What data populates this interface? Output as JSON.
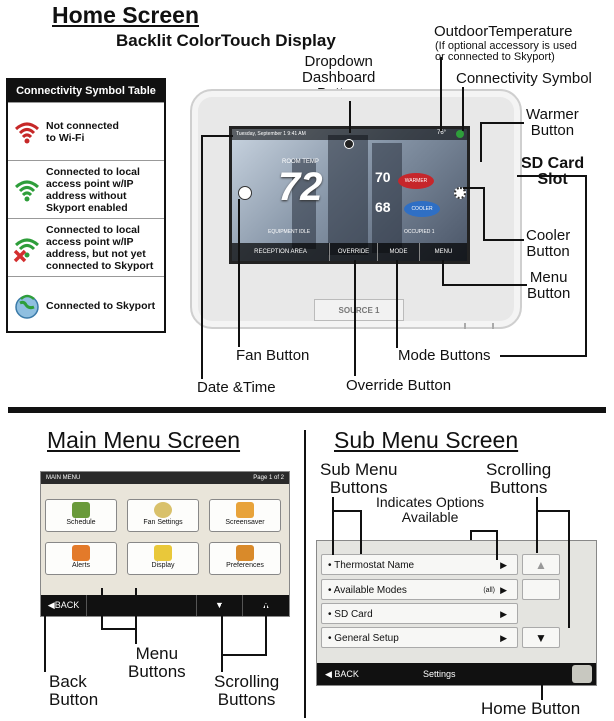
{
  "home": {
    "title": "Home Screen",
    "display_label": "Backlit ColorTouch Display",
    "dropdown_label": "Dropdown\nDashboard\nButton",
    "outdoor_temp_label": "OutdoorTemperature",
    "outdoor_temp_note": "(If optional accessory is used\nor connected to Skyport)",
    "connectivity_symbol_label": "Connectivity Symbol",
    "warmer_label": "Warmer\nButton",
    "sd_card_label": "SD Card\nSlot",
    "cooler_label": "Cooler\nButton",
    "menu_label": "Menu\nButton",
    "mode_label": "Mode Buttons",
    "fan_label": "Fan Button",
    "datetime_label": "Date &Time",
    "override_label": "Override Button"
  },
  "device": {
    "status_text": "Tuesday, September 1  9:41 AM",
    "outdoor_reading": "76°",
    "room_temp_caption": "ROOM TEMP",
    "room_temp": "72",
    "heat_setpoint": "70",
    "cool_setpoint": "68",
    "warmer_text": "WARMER",
    "cooler_text": "COOLER",
    "equipment_text": "EQUIPMENT IDLE",
    "occupied_text": "OCCUPIED 1",
    "bar_items": [
      "RECEPTION AREA",
      "OVERRIDE",
      "MODE",
      "MENU"
    ],
    "logo_text": "SOURCE 1"
  },
  "connectivity_table": {
    "title": "Connectivity Symbol Table",
    "rows": [
      {
        "text": "Not connected\nto Wi-Fi",
        "icon": "wifi-red-icon",
        "color": "#c62828"
      },
      {
        "text": "Connected to local\naccess point w/IP\naddress without\nSkyport enabled",
        "icon": "wifi-green-icon",
        "color": "#2e9e3a"
      },
      {
        "text": "Connected to local\naccess point w/IP\naddress, but not yet\nconnected to Skyport",
        "icon": "wifi-x-icon",
        "color": "#2e9e3a"
      },
      {
        "text": "Connected to Skyport",
        "icon": "skyport-globe-icon",
        "color": "#2e9e3a"
      }
    ]
  },
  "main_menu": {
    "title": "Main Menu Screen",
    "screen_title": "MAIN MENU",
    "page_text": "Page 1 of 2",
    "tiles": [
      "Schedule",
      "Fan Settings",
      "Screensaver",
      "Alerts",
      "Display",
      "Preferences"
    ],
    "back_text": "◀BACK",
    "back_label": "Back\nButton",
    "menu_buttons_label": "Menu\nButtons",
    "scrolling_label": "Scrolling\nButtons"
  },
  "sub_menu": {
    "title": "Sub Menu Screen",
    "sub_menu_buttons_label": "Sub Menu\nButtons",
    "indicates_label": "Indicates Options\nAvailable",
    "scrolling_label": "Scrolling\nButtons",
    "items": [
      {
        "label": "• Thermostat Name",
        "option": ""
      },
      {
        "label": "• Available Modes",
        "option": "(all)"
      },
      {
        "label": "• SD Card",
        "option": ""
      },
      {
        "label": "• General Setup",
        "option": ""
      }
    ],
    "back_text": "◀ BACK",
    "screen_title": "Settings",
    "home_label": "Home Button"
  }
}
